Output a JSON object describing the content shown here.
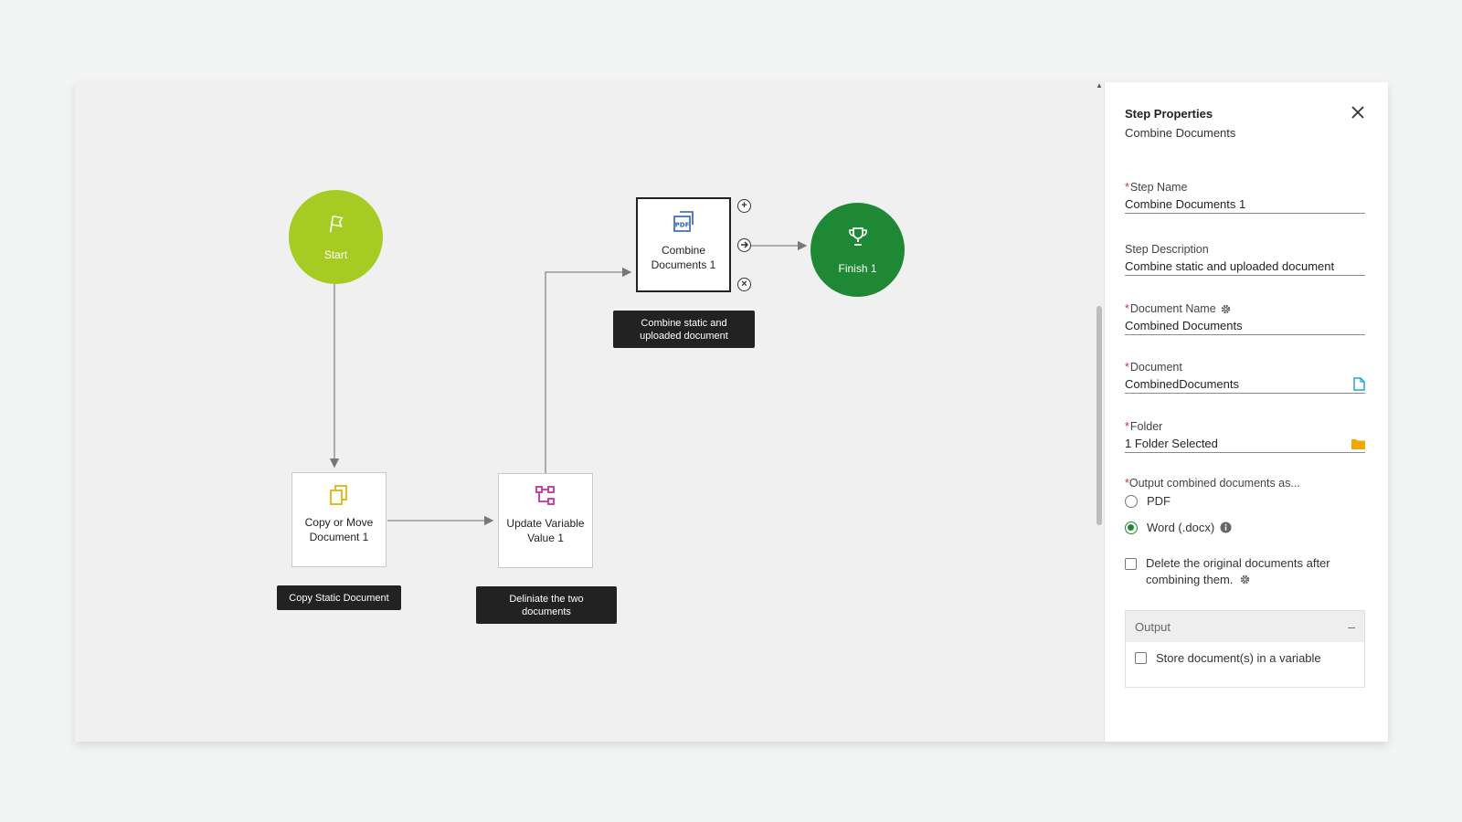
{
  "canvas": {
    "nodes": {
      "start": {
        "label": "Start",
        "icon": "flag-icon",
        "color": "#a6cc24"
      },
      "copy": {
        "label": "Copy or Move Document 1",
        "icon": "copy-icon",
        "tag": "Copy Static Document"
      },
      "update": {
        "label": "Update Variable Value 1",
        "icon": "variable-icon",
        "tag": "Deliniate the two documents"
      },
      "combine": {
        "label": "Combine Documents 1",
        "icon": "pdf-icon",
        "tag": "Combine static and uploaded document"
      },
      "finish": {
        "label": "Finish 1",
        "icon": "trophy-icon",
        "color": "#1e8834"
      }
    }
  },
  "panel": {
    "title": "Step Properties",
    "subtitle": "Combine Documents",
    "fields": {
      "step_name": {
        "label": "Step Name",
        "value": "Combine Documents 1"
      },
      "step_description": {
        "label": "Step Description",
        "value": "Combine static and uploaded document"
      },
      "document_name": {
        "label": "Document Name",
        "value": "Combined Documents"
      },
      "document": {
        "label": "Document",
        "value": "CombinedDocuments"
      },
      "folder": {
        "label": "Folder",
        "value": "1 Folder Selected"
      }
    },
    "output_as": {
      "label": "Output combined documents as...",
      "options": [
        "PDF",
        "Word (.docx)"
      ],
      "selected": "Word (.docx)"
    },
    "delete_original": {
      "label": "Delete the original documents after combining them.",
      "checked": false
    },
    "output_section": {
      "title": "Output",
      "store_label": "Store document(s) in a variable",
      "checked": false
    },
    "colors": {
      "accent": "#1e8834",
      "folder": "#f0a800",
      "doc_icon": "#22a7c7"
    }
  }
}
